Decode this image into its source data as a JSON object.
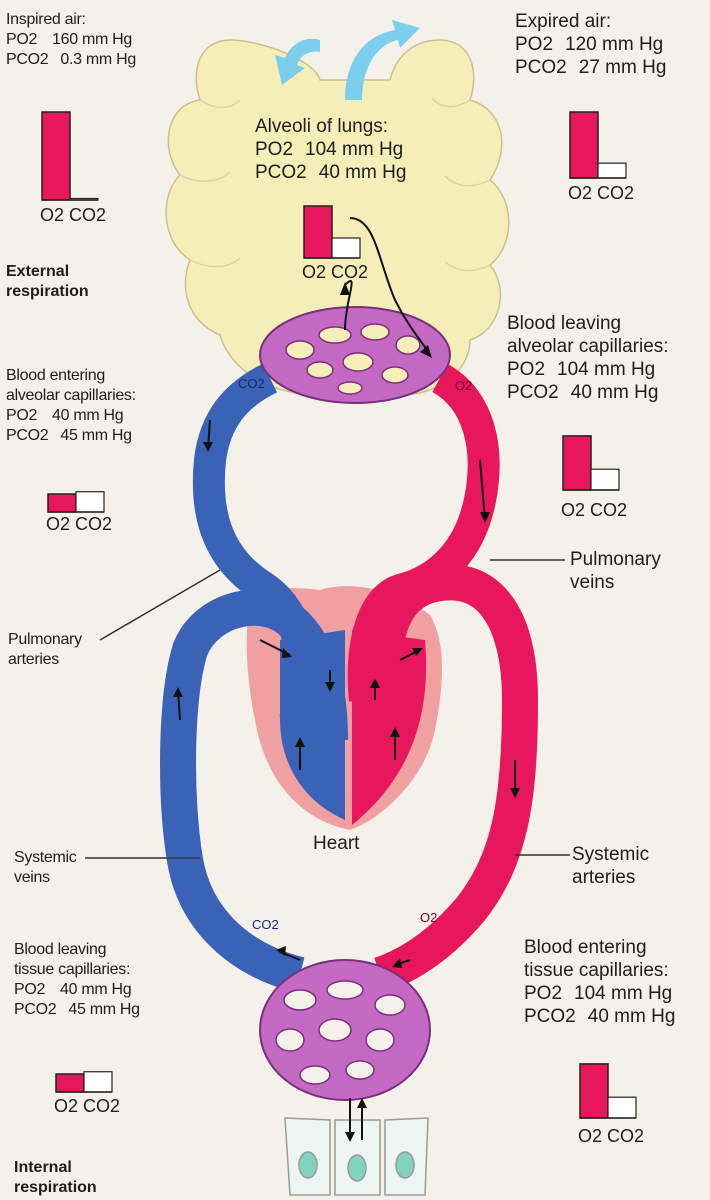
{
  "inspired": {
    "title": "Inspired air:",
    "po2_label": "PO2",
    "po2_value": "160 mm Hg",
    "pco2_label": "PCO2",
    "pco2_value": "0.3 mm Hg",
    "bars": {
      "o2": 160,
      "co2": 0.3
    }
  },
  "expired": {
    "title": "Expired air:",
    "po2_label": "PO2",
    "po2_value": "120 mm Hg",
    "pco2_label": "PCO2",
    "pco2_value": "27 mm Hg",
    "bars": {
      "o2": 120,
      "co2": 27
    }
  },
  "alveoli": {
    "title": "Alveoli of lungs:",
    "po2_label": "PO2",
    "po2_value": "104 mm Hg",
    "pco2_label": "PCO2",
    "pco2_value": "40 mm Hg",
    "bars": {
      "o2": 104,
      "co2": 40
    }
  },
  "external_respiration": {
    "line1": "External",
    "line2": "respiration"
  },
  "blood_entering_alveolar": {
    "line1": "Blood entering",
    "line2": "alveolar capillaries:",
    "po2_label": "PO2",
    "po2_value": "40 mm Hg",
    "pco2_label": "PCO2",
    "pco2_value": "45 mm Hg",
    "bars": {
      "o2": 40,
      "co2": 45
    }
  },
  "blood_leaving_alveolar": {
    "line1": "Blood leaving",
    "line2": "alveolar capillaries:",
    "po2_label": "PO2",
    "po2_value": "104 mm Hg",
    "pco2_label": "PCO2",
    "pco2_value": "40 mm Hg",
    "bars": {
      "o2": 104,
      "co2": 40
    }
  },
  "pulmonary_veins": {
    "line1": "Pulmonary",
    "line2": "veins"
  },
  "pulmonary_arteries": {
    "line1": "Pulmonary",
    "line2": "arteries"
  },
  "heart": "Heart",
  "systemic_veins": {
    "line1": "Systemic",
    "line2": "veins"
  },
  "systemic_arteries": {
    "line1": "Systemic",
    "line2": "arteries"
  },
  "blood_leaving_tissue": {
    "line1": "Blood leaving",
    "line2": "tissue capillaries:",
    "po2_label": "PO2",
    "po2_value": "40 mm Hg",
    "pco2_label": "PCO2",
    "pco2_value": "45 mm Hg",
    "bars": {
      "o2": 40,
      "co2": 45
    }
  },
  "blood_entering_tissue": {
    "line1": "Blood entering",
    "line2": "tissue capillaries:",
    "po2_label": "PO2",
    "po2_value": "104 mm Hg",
    "pco2_label": "PCO2",
    "pco2_value": "40 mm Hg",
    "bars": {
      "o2": 104,
      "co2": 40
    }
  },
  "internal_respiration": {
    "line1": "Internal",
    "line2": "respiration"
  },
  "bar_axis": {
    "o2": "O2",
    "co2": "CO2"
  },
  "vessel_labels": {
    "co2": "CO2",
    "o2": "O2"
  },
  "colors": {
    "oxygenated": "#e8175d",
    "deoxygenated": "#3a63b8",
    "capillary": "#c46ac4",
    "lung": "#f6eeb8",
    "heart_bg": "#f0a0a0",
    "airflow": "#7ccfec"
  }
}
